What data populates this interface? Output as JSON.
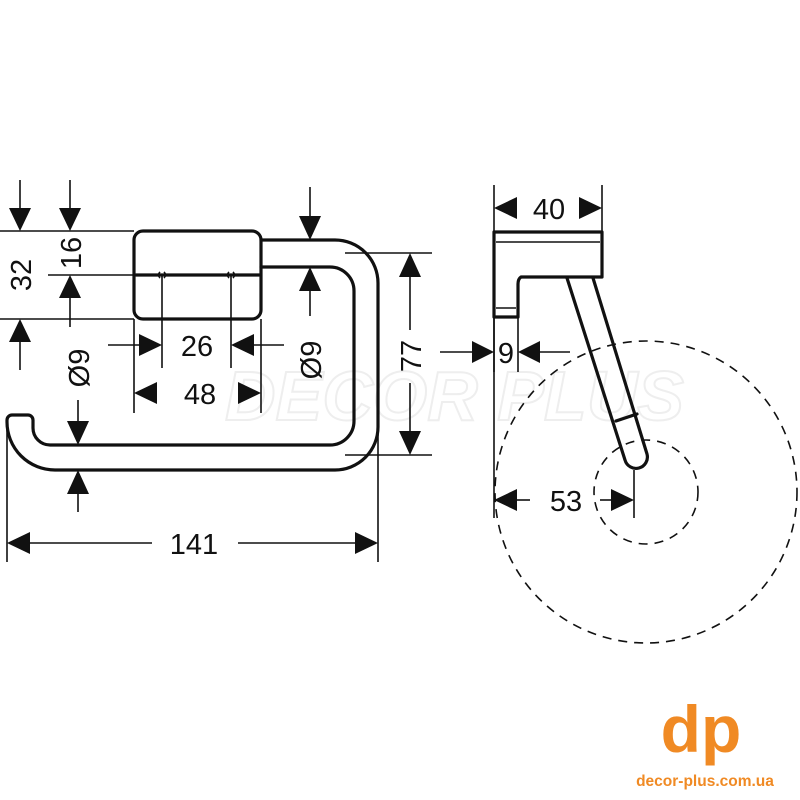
{
  "watermark": "DECOR PLUS",
  "dimensions": {
    "height_total": "32",
    "height_upper": "16",
    "dia_left": "Ø9",
    "inner_spacing": "26",
    "body_width": "48",
    "dia_right": "Ø9",
    "loop_height": "77",
    "total_width": "141",
    "side_depth": "40",
    "side_offset": "9",
    "roll_axis": "53"
  },
  "logo": {
    "mark": "dp",
    "url": "decor-plus.com.ua",
    "color": "#f08a24"
  }
}
